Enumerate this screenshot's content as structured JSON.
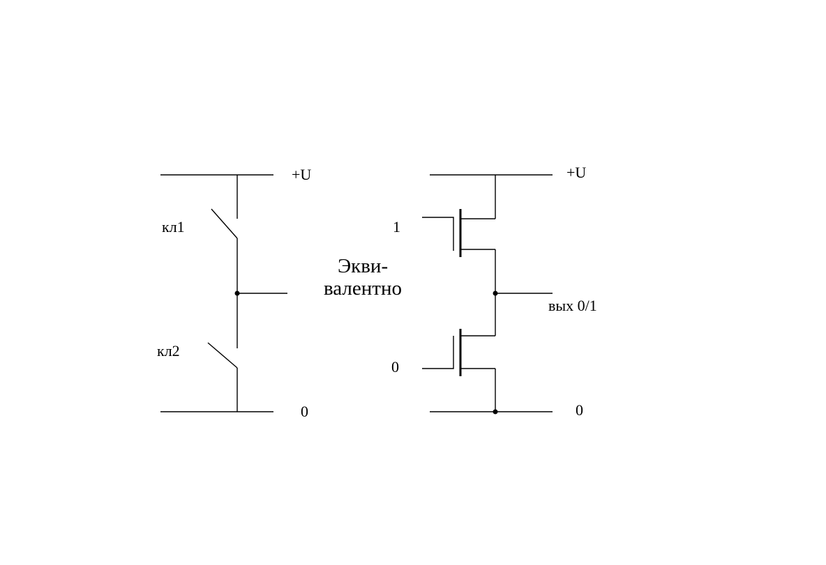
{
  "diagram": {
    "left": {
      "supply_label": "+U",
      "ground_label": "0",
      "switch1_label": "кл1",
      "switch2_label": "кл2"
    },
    "center": {
      "line1": "Экви-",
      "line2": "валентно"
    },
    "right": {
      "supply_label": "+U",
      "ground_label": "0",
      "gate_top_label": "1",
      "gate_bottom_label": "0",
      "output_label": "вых 0/1"
    }
  }
}
